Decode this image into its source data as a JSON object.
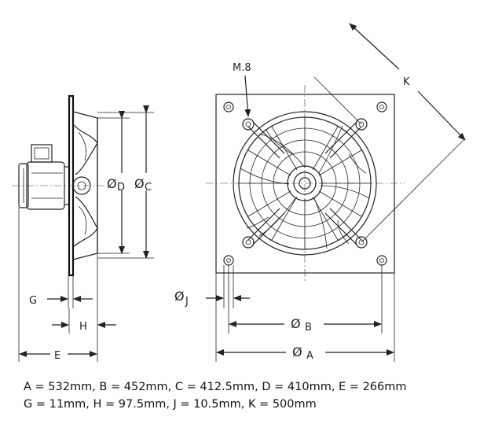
{
  "labels": {
    "m8": "M.8",
    "k": "K",
    "d": "D",
    "c": "C",
    "g": "G",
    "h": "H",
    "e": "E",
    "j": "J",
    "b": "B",
    "a": "A",
    "dia": "Ø"
  },
  "caption": {
    "line1": "A = 532mm, B = 452mm, C = 412.5mm, D = 410mm, E = 266mm",
    "line2": "G = 11mm, H = 97.5mm, J = 10.5mm, K = 500mm"
  }
}
